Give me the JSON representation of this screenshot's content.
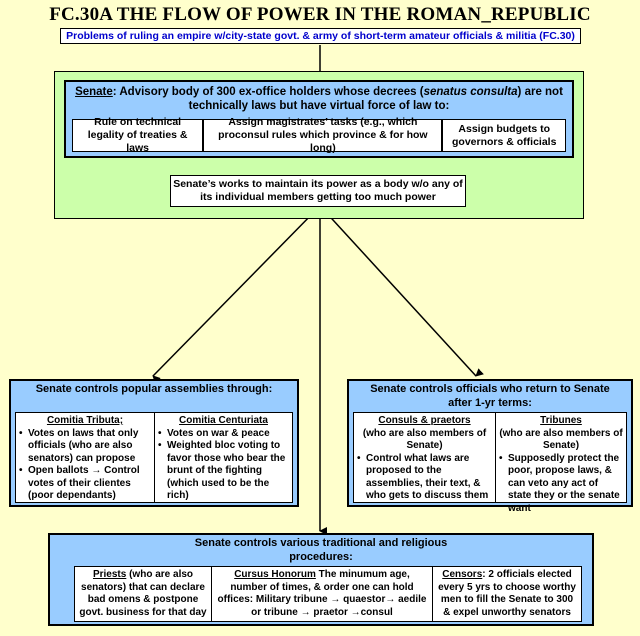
{
  "title": "FC.30A THE FLOW OF POWER IN THE ROMAN_REPUBLIC",
  "subtitle": "Problems of ruling an empire w/city-state govt. & army of short-term amateur officials & militia (FC.30)",
  "senate": {
    "heading": "Senate",
    "desc_1": ": Advisory body of 300 ex-office holders whose  decrees (",
    "desc_italic": "senatus consulta",
    "desc_2": ") are not technically laws but have virtual force of law to:",
    "powers": [
      "Rule on technical legality of treaties & laws",
      "Assign magistrates’ tasks (e.g., which proconsul rules which province & for how long)",
      "Assign budgets to governors & officials"
    ]
  },
  "works": "Senate’s works to maintain its power as a body w/o any of its individual members getting too much power",
  "assemblies": {
    "title": "Senate controls popular assemblies through:",
    "tributa": {
      "heading": "Comitia Tributa;",
      "items": [
        "Votes on laws that only officials (who are also senators) can propose",
        "Open ballots → Control votes of their clientes (poor dependants)"
      ]
    },
    "centuriata": {
      "heading": "Comitia Centuriata",
      "items": [
        "Votes on war & peace",
        "Weighted bloc voting to favor those who bear the brunt of the fighting (which used to be the rich)"
      ]
    }
  },
  "officials": {
    "title": "Senate controls officials  who return to Senate after 1-yr terms:",
    "consuls": {
      "heading": "Consuls & praetors",
      "sub": "(who are also members of Senate)",
      "items": [
        "Control what laws are proposed to the assemblies, their text, & who gets to discuss them"
      ]
    },
    "tribunes": {
      "heading": "Tribunes",
      "sub": "(who are also members of Senate)",
      "items": [
        "Supposedly protect the poor, propose laws, & can veto any act of state they or the senate want"
      ]
    }
  },
  "procedures": {
    "title": "Senate controls various traditional and religious procedures:",
    "priests": {
      "heading": "Priests",
      "text": " (who are also senators) that can declare bad omens & postpone govt. business for that day"
    },
    "cursus": {
      "heading": "Cursus Honorum",
      "text": " The minumum age, number of times, & order one can hold offices: Military tribune → quaestor→ aedile or tribune → praetor →consul"
    },
    "censors": {
      "heading": "Censors",
      "text": ": 2 officials elected every 5 yrs to choose worthy men to fill the Senate to 300 & expel unworthy senators"
    }
  },
  "colors": {
    "background": "#FFFFCC",
    "panel_blue": "#99CCFF",
    "senate_green": "#CCFFAA",
    "subtitle_text": "#0000CC"
  }
}
